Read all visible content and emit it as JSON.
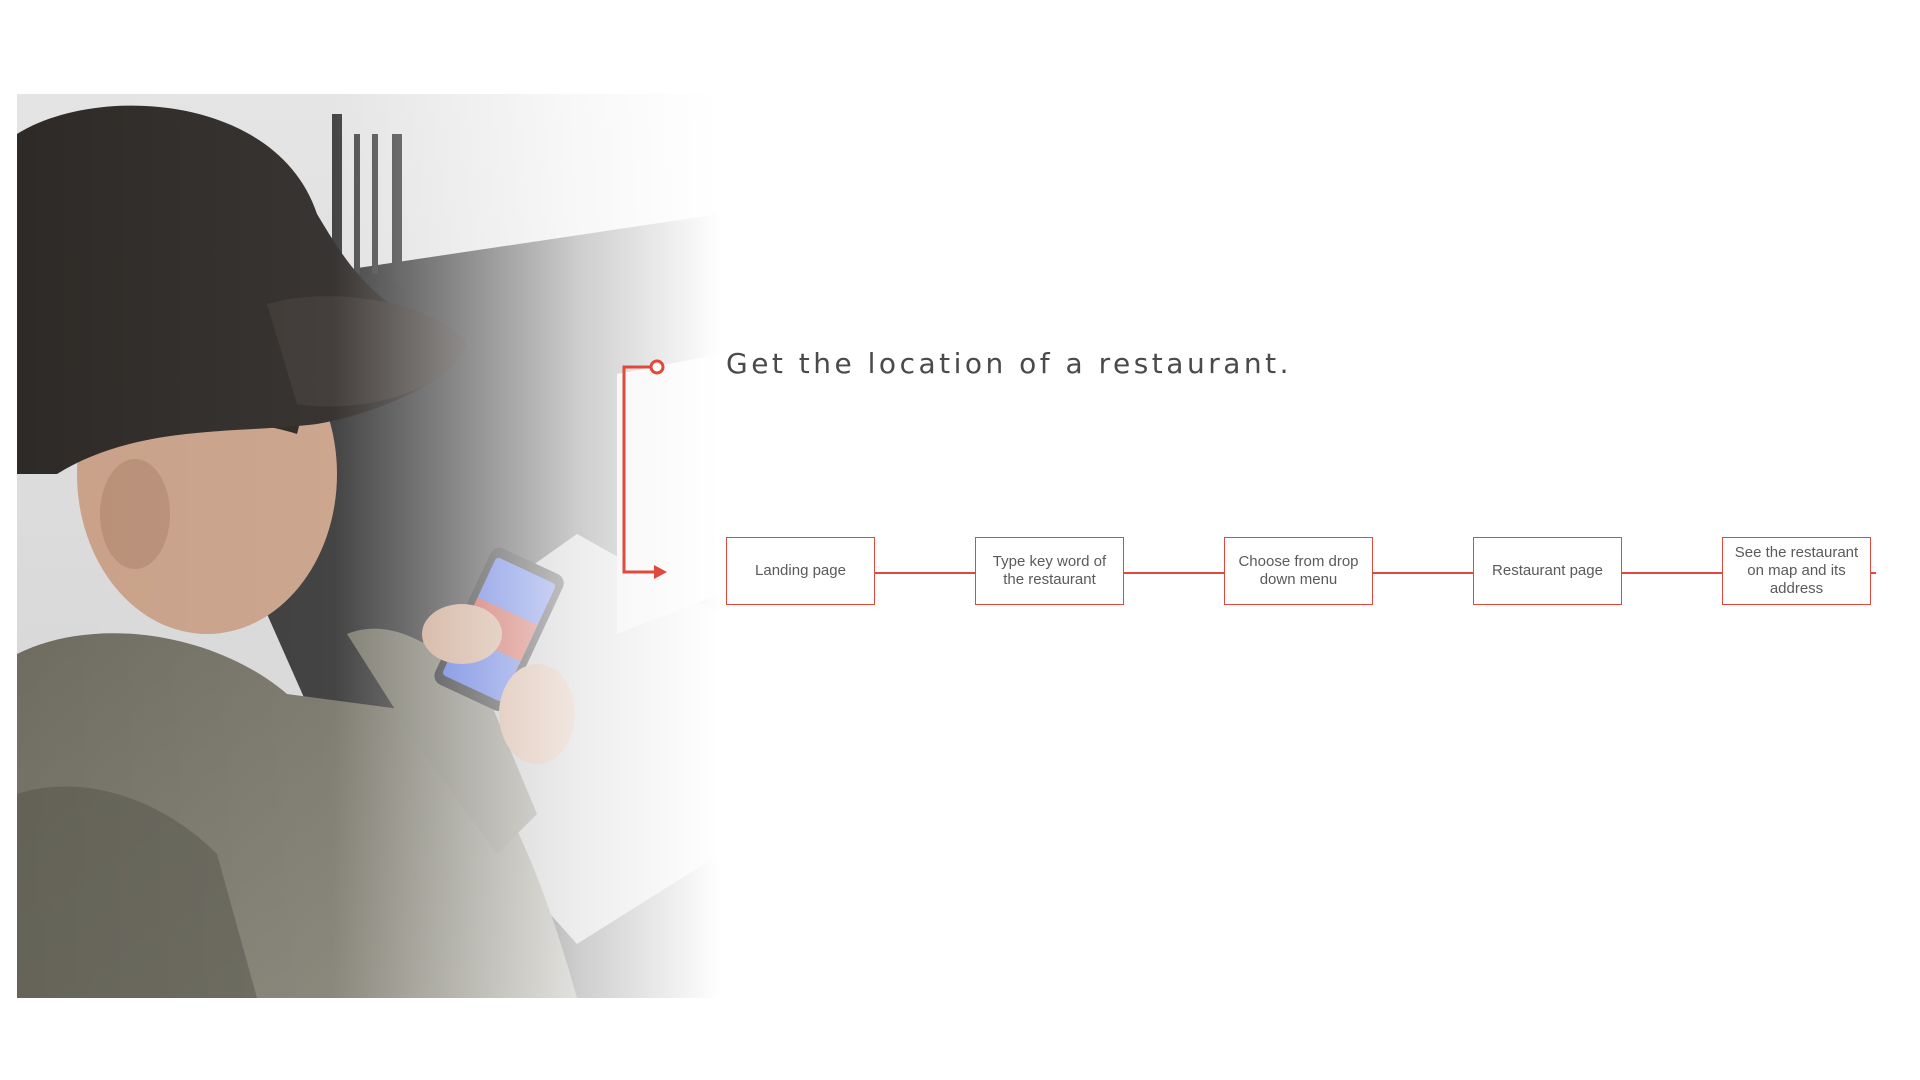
{
  "title": "Get the location of a restaurant.",
  "flow": {
    "steps": [
      {
        "label": "Landing page"
      },
      {
        "label": "Type key word of the restaurant"
      },
      {
        "label": "Choose from drop down menu"
      },
      {
        "label": "Restaurant page"
      },
      {
        "label": "See the restaurant on map and its address"
      }
    ]
  },
  "colors": {
    "accent": "#e04a3c",
    "text": "#4a4a4a"
  },
  "photo": {
    "subject": "person-using-phone-photo"
  }
}
